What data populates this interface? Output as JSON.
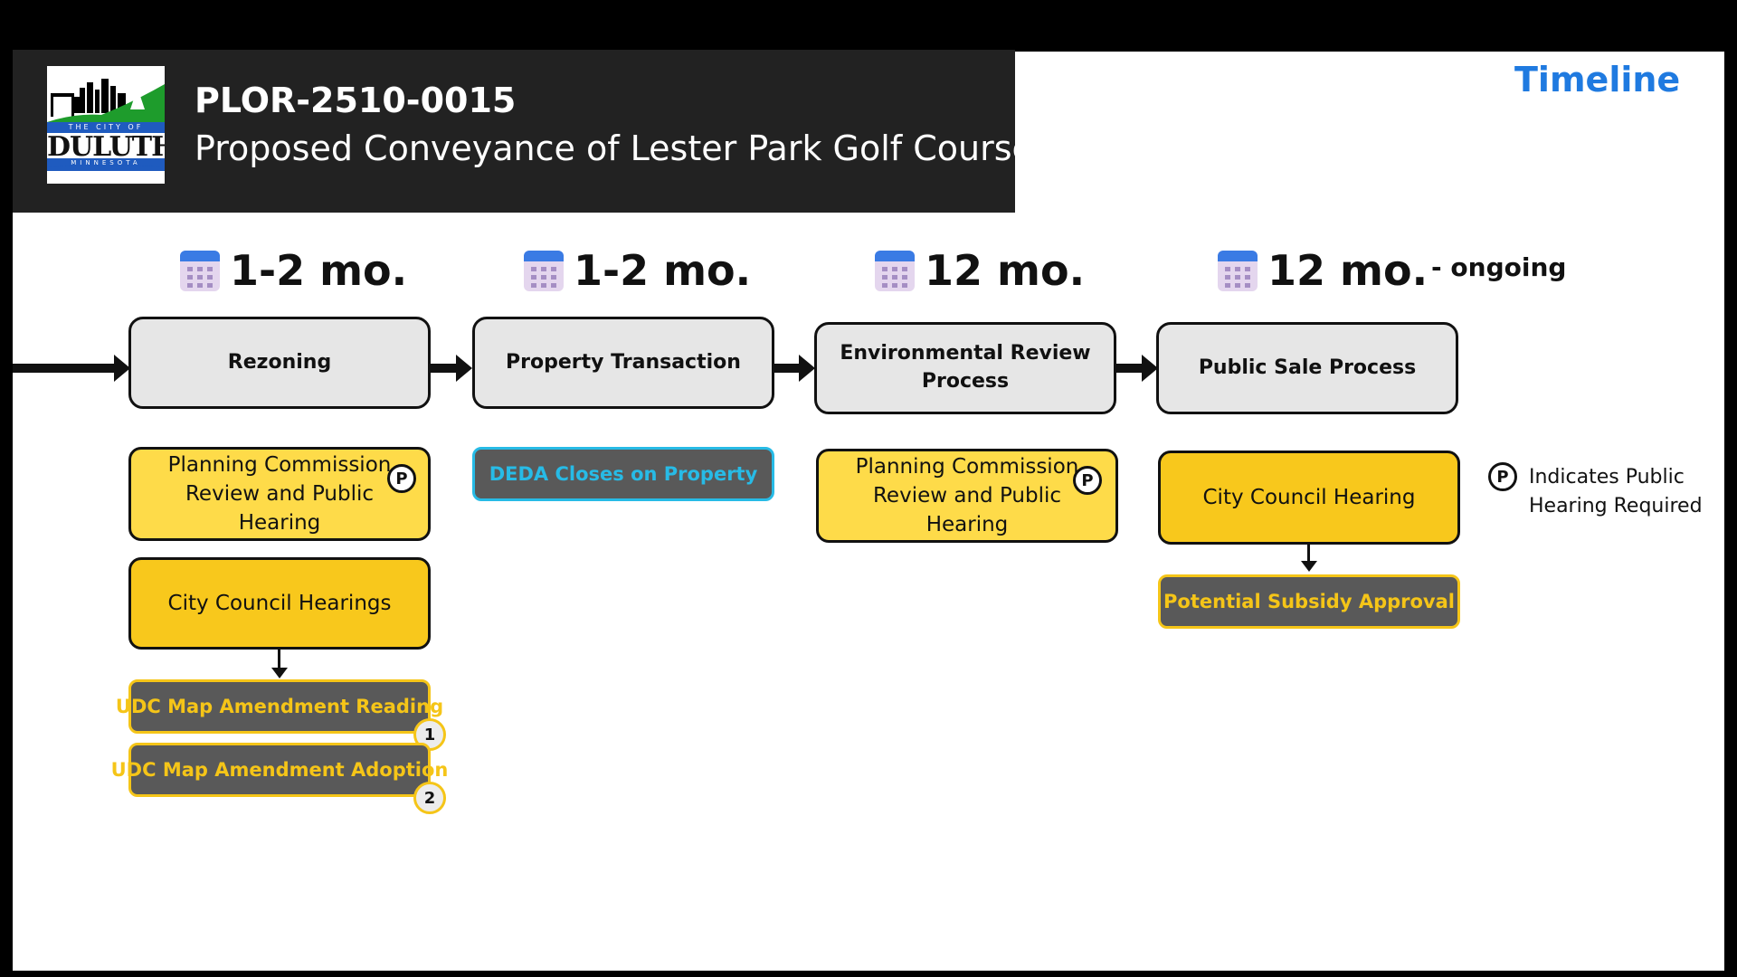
{
  "header": {
    "doc_id": "PLOR-2510-0015",
    "title": "Proposed Conveyance of Lester Park Golf Course",
    "section": "Timeline"
  },
  "logo": {
    "line1": "THE CITY OF",
    "name": "DULUTH",
    "line2": "MINNESOTA"
  },
  "stages": [
    {
      "duration": "1-2 mo.",
      "duration_suffix": "",
      "label": "Rezoning"
    },
    {
      "duration": "1-2 mo.",
      "duration_suffix": "",
      "label": "Property Transaction"
    },
    {
      "duration": "12 mo.",
      "duration_suffix": "",
      "label": "Environmental Review Process"
    },
    {
      "duration": "12 mo.",
      "duration_suffix": "- ongoing",
      "label": "Public Sale Process"
    }
  ],
  "steps": {
    "rezoning_pc": "Planning Commission Review and Public Hearing",
    "rezoning_cc": "City Council Hearings",
    "udc_reading": "UDC Map Amendment Reading",
    "udc_reading_num": "1",
    "udc_adoption": "UDC Map Amendment Adoption",
    "udc_adoption_num": "2",
    "deda": "DEDA Closes on Property",
    "env_pc": "Planning Commission Review and Public Hearing",
    "sale_cc": "City Council Hearing",
    "subsidy": "Potential Subsidy Approval"
  },
  "legend": {
    "badge": "P",
    "text": "Indicates Public Hearing Required"
  },
  "colors": {
    "accent_blue": "#1f7ae0",
    "yellow_light": "#fedb49",
    "yellow": "#f8c81c",
    "dark_box": "#595959",
    "gold_text": "#f5c518",
    "cyan_text": "#27bbe6"
  }
}
